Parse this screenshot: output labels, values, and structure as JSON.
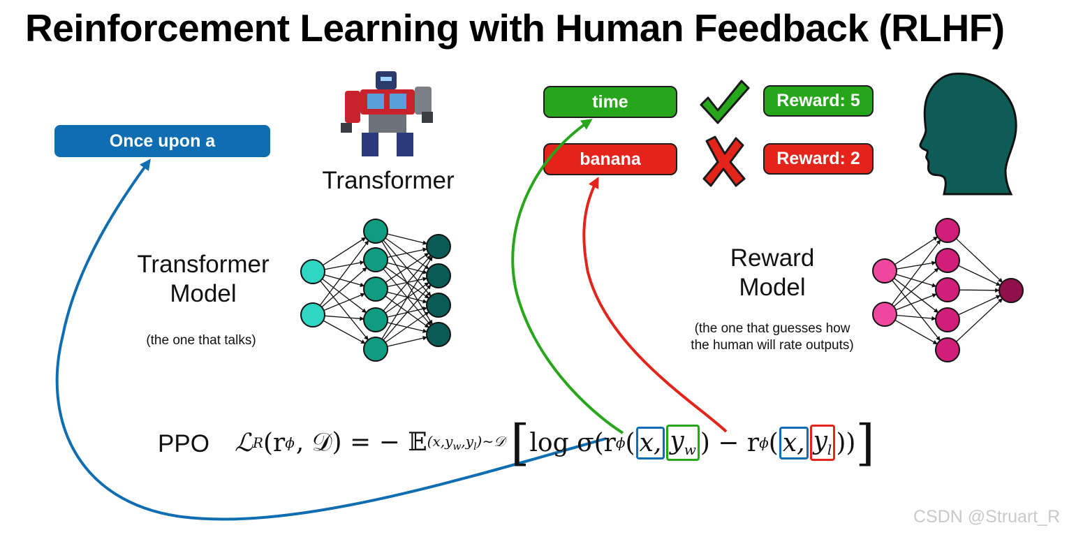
{
  "title": "Reinforcement Learning with Human Feedback (RLHF)",
  "prompt_text": "Once upon a",
  "candidates": [
    {
      "token": "time",
      "reward": "Reward: 5",
      "verdict": "check",
      "color": "#27a61b"
    },
    {
      "token": "banana",
      "reward": "Reward: 2",
      "verdict": "cross",
      "color": "#e4231b"
    }
  ],
  "transformer": {
    "image_label": "Transformer",
    "model_label_line1": "Transformer",
    "model_label_line2": "Model",
    "note": "(the one that talks)"
  },
  "reward_model": {
    "label_line1": "Reward",
    "label_line2": "Model",
    "note_line1": "(the one that guesses how",
    "note_line2": "the human will rate outputs)"
  },
  "ppo_label": "PPO",
  "formula_parts": {
    "loss": "ℒ",
    "loss_sub": "R",
    "lhs_args": "(r",
    "phi": "ϕ",
    "lhs_rest": ", 𝒟) = − 𝔼",
    "expect_sub": "(x,y",
    "w": "w",
    "comma": ",y",
    "l": "l",
    "expect_sub_end": ")∼𝒟",
    "log_sigma": "log σ(r",
    "x": "x,",
    "y": "y",
    "minus_r": ") − r",
    "close": "))"
  },
  "icons": [
    "robot-image",
    "check-icon",
    "cross-icon",
    "human-head-icon"
  ],
  "colors": {
    "prompt": "#0f6db2",
    "good": "#27a61b",
    "bad": "#e4231b",
    "transformer_in": "#2fd6c3",
    "transformer_hidden": "#0f9c80",
    "transformer_out": "#0a5a55",
    "reward_in": "#f0479f",
    "reward_hidden": "#d11e78",
    "reward_out": "#8f0f4a",
    "head": "#0d5d56"
  },
  "watermark": "CSDN @Struart_R"
}
